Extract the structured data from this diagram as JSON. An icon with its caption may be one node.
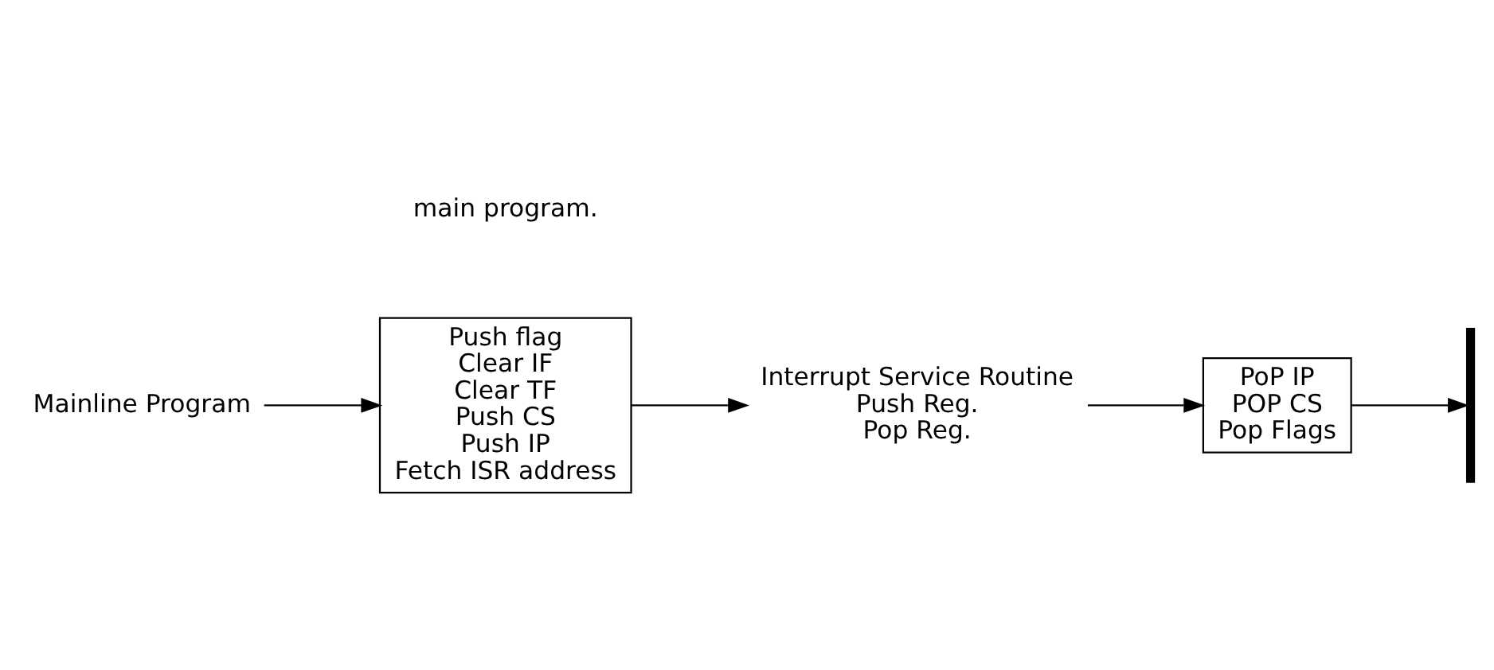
{
  "diagram": {
    "nodes": [
      {
        "text": [
          "Mainline Program"
        ]
      },
      {
        "text": [
          "Push flag",
          "Clear IF",
          "Clear TF",
          "Push CS",
          "Push IP",
          "Fetch ISR address"
        ]
      },
      {
        "text": [
          "Interrupt Service Routine",
          "Push Reg.",
          "Pop Reg."
        ]
      },
      {
        "text": [
          "PoP IP",
          "POP CS",
          "Pop Flags"
        ]
      },
      {
        "text": [],
        "shape": "bar"
      }
    ],
    "edges": [
      {
        "from": 0,
        "to": 1,
        "arrow": "to"
      },
      {
        "from": 1,
        "to": 2,
        "arrow": "to"
      },
      {
        "from": 2,
        "to": 3,
        "arrow": "to"
      },
      {
        "from": 3,
        "to": 4,
        "arrow": "to"
      }
    ],
    "labels": [
      "main program."
    ]
  }
}
